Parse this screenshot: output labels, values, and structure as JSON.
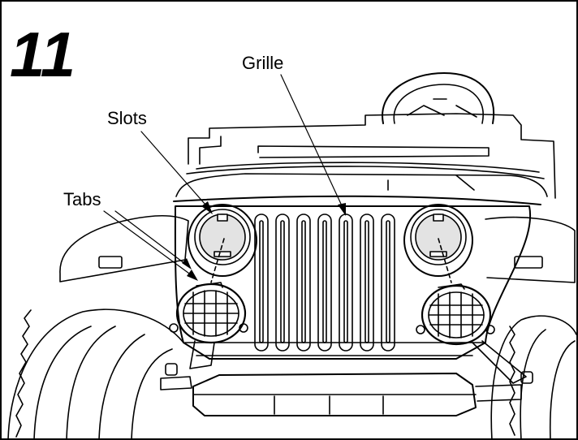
{
  "step": {
    "number": "11"
  },
  "callouts": {
    "grille": "Grille",
    "slots": "Slots",
    "tabs": "Tabs"
  },
  "colors": {
    "line": "#000000",
    "background": "#ffffff",
    "lens": "#e3e3e3"
  }
}
